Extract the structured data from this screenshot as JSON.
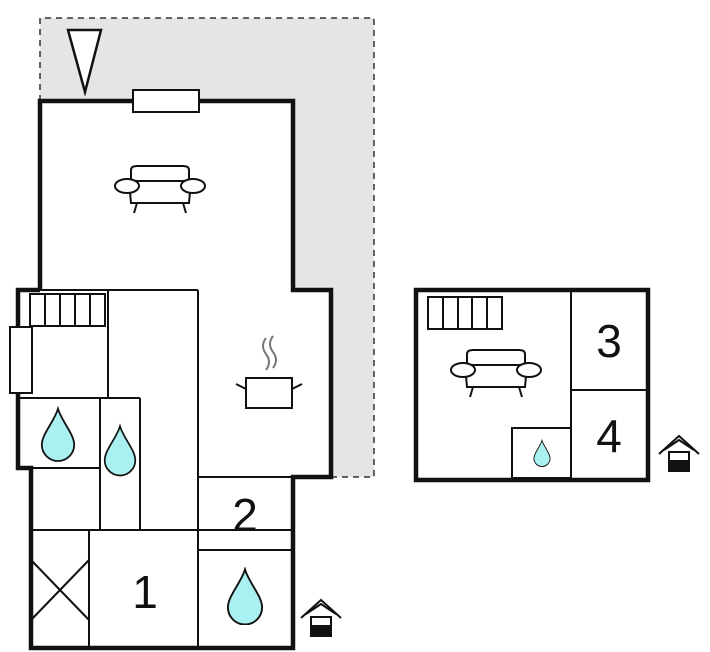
{
  "floor_plan": {
    "rooms": [
      {
        "id": "bedroom-1",
        "label": "1"
      },
      {
        "id": "bedroom-2",
        "label": "2"
      },
      {
        "id": "bedroom-3",
        "label": "3"
      },
      {
        "id": "bedroom-4",
        "label": "4"
      }
    ],
    "symbols": {
      "north": "north-arrow-icon",
      "sofa": "sofa-icon",
      "kitchen": "cooking-pot-icon",
      "bathroom": "water-drop-icon",
      "entrance": "house-entrance-icon",
      "radiator": "radiator-icon",
      "stairs": "stairs-icon"
    },
    "colors": {
      "wall": "#111111",
      "terrace": "#e5e5e5",
      "water": "#aaf0f0"
    }
  }
}
